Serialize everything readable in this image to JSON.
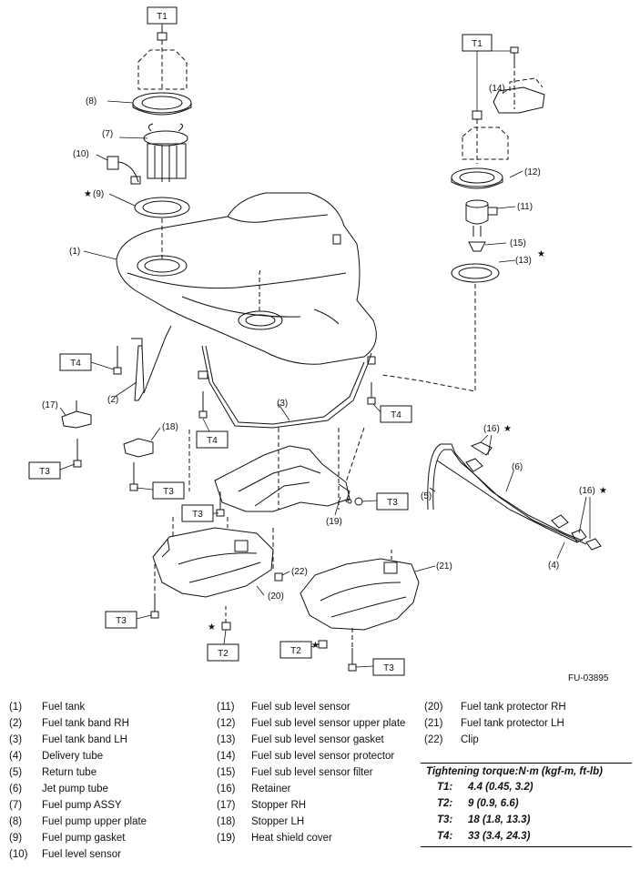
{
  "figure_id": "FU-03895",
  "callouts": {
    "c1": "(1)",
    "c2": "(2)",
    "c3": "(3)",
    "c4": "(4)",
    "c5": "(5)",
    "c6": "(6)",
    "c7": "(7)",
    "c8": "(8)",
    "c9": "(9)",
    "c10": "(10)",
    "c11": "(11)",
    "c12": "(12)",
    "c13": "(13)",
    "c14": "(14)",
    "c15": "(15)",
    "c16a": "(16)",
    "c16b": "(16)",
    "c17": "(17)",
    "c18": "(18)",
    "c19": "(19)",
    "c20": "(20)",
    "c21": "(21)",
    "c22": "(22)"
  },
  "torque_boxes": {
    "t1a": "T1",
    "t1b": "T1",
    "t2a": "T2",
    "t2b": "T2",
    "t3a": "T3",
    "t3b": "T3",
    "t3c": "T3",
    "t3d": "T3",
    "t3e": "T3",
    "t3f": "T3",
    "t4a": "T4",
    "t4b": "T4",
    "t4c": "T4"
  },
  "star_symbol": "★",
  "legend": {
    "col1": [
      {
        "num": "(1)",
        "name": "Fuel tank"
      },
      {
        "num": "(2)",
        "name": "Fuel tank band RH"
      },
      {
        "num": "(3)",
        "name": "Fuel tank band LH"
      },
      {
        "num": "(4)",
        "name": "Delivery tube"
      },
      {
        "num": "(5)",
        "name": "Return tube"
      },
      {
        "num": "(6)",
        "name": "Jet pump tube"
      },
      {
        "num": "(7)",
        "name": "Fuel pump ASSY"
      },
      {
        "num": "(8)",
        "name": "Fuel pump upper plate"
      },
      {
        "num": "(9)",
        "name": "Fuel pump gasket"
      },
      {
        "num": "(10)",
        "name": "Fuel level sensor"
      }
    ],
    "col2": [
      {
        "num": "(11)",
        "name": "Fuel sub level sensor"
      },
      {
        "num": "(12)",
        "name": "Fuel sub level sensor upper plate"
      },
      {
        "num": "(13)",
        "name": "Fuel sub level sensor gasket"
      },
      {
        "num": "(14)",
        "name": "Fuel sub level sensor protector"
      },
      {
        "num": "(15)",
        "name": "Fuel sub level sensor filter"
      },
      {
        "num": "(16)",
        "name": "Retainer"
      },
      {
        "num": "(17)",
        "name": "Stopper RH"
      },
      {
        "num": "(18)",
        "name": "Stopper LH"
      },
      {
        "num": "(19)",
        "name": "Heat shield cover"
      }
    ],
    "col3": [
      {
        "num": "(20)",
        "name": "Fuel tank protector RH"
      },
      {
        "num": "(21)",
        "name": "Fuel tank protector LH"
      },
      {
        "num": "(22)",
        "name": "Clip"
      }
    ]
  },
  "torque_table": {
    "title": "Tightening torque:N·m (kgf-m, ft-lb)",
    "rows": [
      {
        "key": "T1:",
        "value": "4.4 (0.45, 3.2)"
      },
      {
        "key": "T2:",
        "value": "9 (0.9, 6.6)"
      },
      {
        "key": "T3:",
        "value": "18 (1.8, 13.3)"
      },
      {
        "key": "T4:",
        "value": "33 (3.4, 24.3)"
      }
    ]
  }
}
